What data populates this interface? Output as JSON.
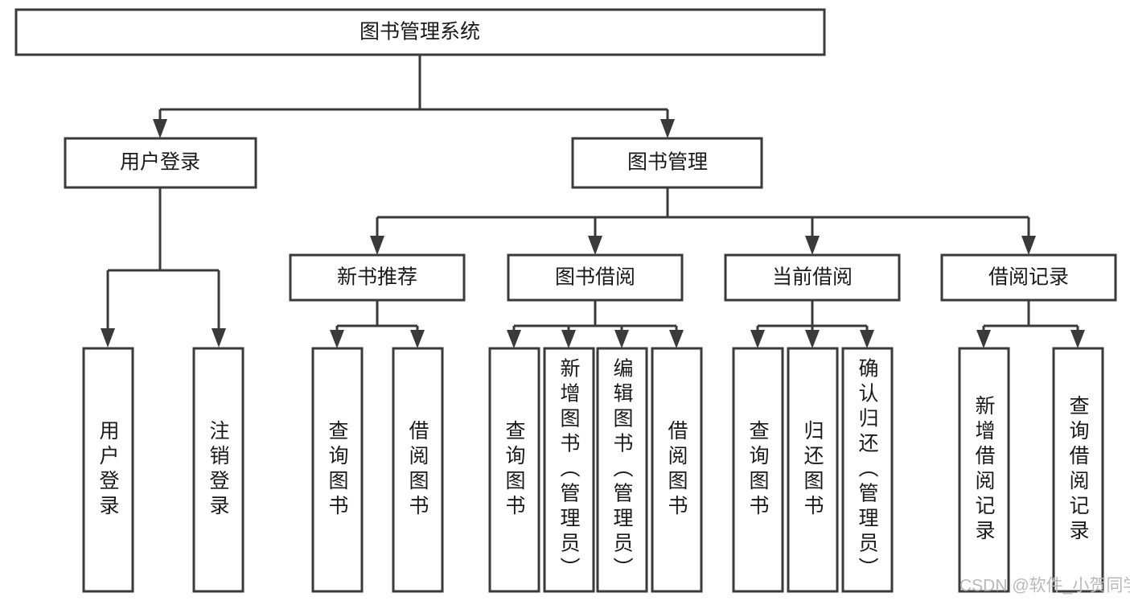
{
  "diagram": {
    "type": "tree-hierarchy",
    "title": "图书管理系统",
    "watermark": "CSDN @软件_小贺同学",
    "colors": {
      "box_stroke": "#3a3a3a",
      "box_fill": "#ffffff",
      "connector": "#3a3a3a",
      "text": "#1a1a1a",
      "background": "#ffffff",
      "watermark": "#b9b9b9"
    },
    "root": {
      "label": "图书管理系统"
    },
    "level2": [
      {
        "label": "用户登录"
      },
      {
        "label": "图书管理"
      }
    ],
    "level3": [
      {
        "label": "新书推荐"
      },
      {
        "label": "图书借阅"
      },
      {
        "label": "当前借阅"
      },
      {
        "label": "借阅记录"
      }
    ],
    "leaves": {
      "user_login": [
        {
          "label": "用户登录"
        },
        {
          "label": "注销登录"
        }
      ],
      "new_book_recommend": [
        {
          "label": "查询图书"
        },
        {
          "label": "借阅图书"
        }
      ],
      "book_borrow": [
        {
          "label": "查询图书"
        },
        {
          "label": "新增图书（管理员）"
        },
        {
          "label": "编辑图书（管理员）"
        },
        {
          "label": "借阅图书"
        }
      ],
      "current_borrow": [
        {
          "label": "查询图书"
        },
        {
          "label": "归还图书"
        },
        {
          "label": "确认归还（管理员）"
        }
      ],
      "borrow_record": [
        {
          "label": "新增借阅记录"
        },
        {
          "label": "查询借阅记录"
        }
      ]
    }
  }
}
